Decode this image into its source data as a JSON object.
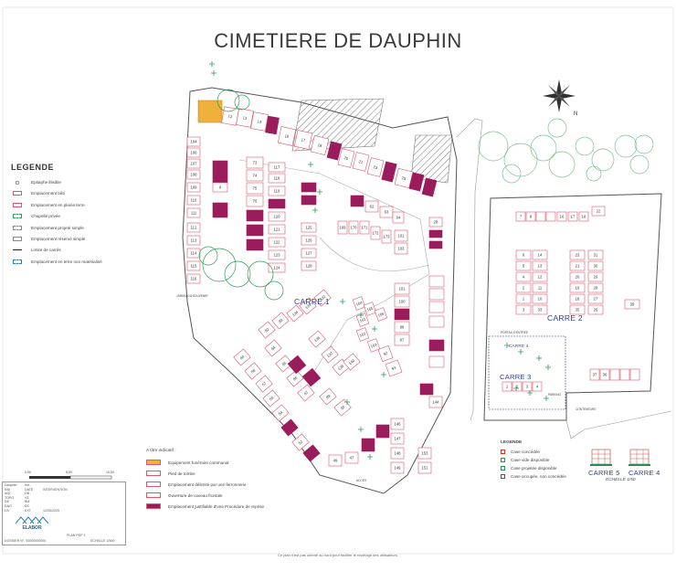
{
  "title": "CIMETIERE DE DAUPHIN",
  "legend": {
    "title": "LEGENDE",
    "items": [
      {
        "label": "Epitaphe illisible",
        "kind": "dot"
      },
      {
        "label": "Emplacement bâti",
        "kind": "red"
      },
      {
        "label": "Emplacement en pleine terre",
        "kind": "red-thin"
      },
      {
        "label": "Chapelle privée",
        "kind": "green-dash"
      },
      {
        "label": "Emplacement projeté simple",
        "kind": "grey-dash"
      },
      {
        "label": "Emplacement réservé simple",
        "kind": "grey"
      },
      {
        "label": "Limite de carrés",
        "kind": "black"
      },
      {
        "label": "Emplacement en terre non matérialisé",
        "kind": "blue-dash"
      }
    ]
  },
  "indicatif": {
    "title": "A titre indicatif :",
    "items": [
      {
        "label": "Equipement funéraire communal",
        "color": "#f0b13a"
      },
      {
        "label": "Pied de tombe",
        "color": "#ffffff"
      },
      {
        "label": "Emplacement délimité par une ferronnerie",
        "color": "#ffffff"
      },
      {
        "label": "Ouverture de caveau frontale",
        "color": "#ffffff"
      },
      {
        "label": "Emplacement justifiable d'une Procédure de reprise",
        "color": "#9b1c5d"
      }
    ]
  },
  "legend2": {
    "title": "LEGENDE",
    "items": [
      {
        "label": "Case concédée",
        "color": "#c0392b"
      },
      {
        "label": "Case vide disponible",
        "color": "#2e8b57"
      },
      {
        "label": "Case projetée disponible",
        "color": "#2e8b57"
      },
      {
        "label": "Case occupée, non concédée",
        "color": "#555555"
      }
    ]
  },
  "carres": {
    "c1": "CARRE 1",
    "c2": "CARRE 2",
    "c3": "CARRE 3",
    "c4": "CARRE 4",
    "c5": "CARRE 5",
    "c4b": "CARRE 4"
  },
  "echelle": "ECHELLE 1/50",
  "colors": {
    "plot_border": "#d9586b",
    "reprise": "#9b1c5d",
    "equipement": "#f0b13a",
    "vegetation": "#2e9b57",
    "carre_text": "#2c3e8c"
  },
  "north": "N",
  "labels": {
    "jardin": "JARDIN DU SOUVENIR",
    "portail": "PORTAIL D'ENTREE",
    "conteneurs": "CONTENEURS",
    "parking": "PARKING",
    "acces": "ACCES"
  },
  "scale": {
    "ticks": [
      "0,00",
      "5,00",
      "10,00"
    ]
  },
  "title_block": {
    "rows": [
      [
        "Dauphin",
        "Ind."
      ],
      [
        "IND",
        "DATE",
        "INTERVENTION"
      ],
      [
        "A00",
        "DB",
        ""
      ],
      [
        "TOPO",
        "VZ",
        ""
      ],
      [
        "DE",
        "BM",
        ""
      ],
      [
        "DAO",
        "DC",
        ""
      ],
      [
        "LIV",
        "EXT",
        "12/05/2025"
      ]
    ],
    "company": "ELABOR",
    "plan": "PLAN PDF 1",
    "ech": "ECHELLE 1/500",
    "doc_num": "DOSSIER N°: 00000000000"
  },
  "footer": "Ce plan n'est pas orienté au nord pour faciliter le repérage des utilisateurs."
}
